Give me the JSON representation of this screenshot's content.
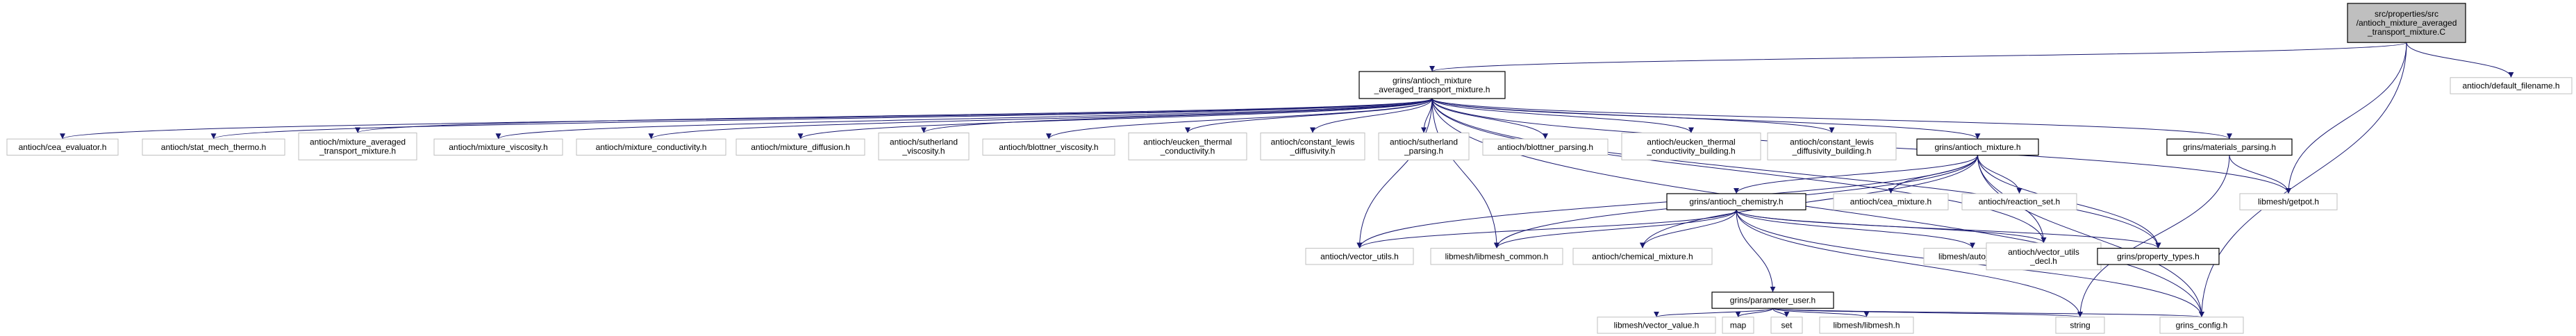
{
  "diagram": {
    "nodes": {
      "root": [
        "src/properties/src",
        "/antioch_mixture_averaged",
        "_transport_mixture.C"
      ],
      "grins_ama": [
        "grins/antioch_mixture",
        "_averaged_transport_mixture.h"
      ],
      "default_filename": [
        "antioch/default_filename.h"
      ],
      "cea_evaluator": [
        "antioch/cea_evaluator.h"
      ],
      "stat_mech": [
        "antioch/stat_mech_thermo.h"
      ],
      "mix_avg": [
        "antioch/mixture_averaged",
        "_transport_mixture.h"
      ],
      "mix_visc": [
        "antioch/mixture_viscosity.h"
      ],
      "mix_cond": [
        "antioch/mixture_conductivity.h"
      ],
      "mix_diff": [
        "antioch/mixture_diffusion.h"
      ],
      "suth_visc": [
        "antioch/sutherland",
        "_viscosity.h"
      ],
      "blottner_visc": [
        "antioch/blottner_viscosity.h"
      ],
      "eucken_cond": [
        "antioch/eucken_thermal",
        "_conductivity.h"
      ],
      "const_lewis": [
        "antioch/constant_lewis",
        "_diffusivity.h"
      ],
      "suth_parsing": [
        "antioch/sutherland",
        "_parsing.h"
      ],
      "blottner_parsing": [
        "antioch/blottner_parsing.h"
      ],
      "eucken_building": [
        "antioch/eucken_thermal",
        "_conductivity_building.h"
      ],
      "lewis_building": [
        "antioch/constant_lewis",
        "_diffusivity_building.h"
      ],
      "grins_mixture": [
        "grins/antioch_mixture.h"
      ],
      "materials_parsing": [
        "grins/materials_parsing.h"
      ],
      "getpot": [
        "libmesh/getpot.h"
      ],
      "grins_chemistry": [
        "grins/antioch_chemistry.h"
      ],
      "cea_mixture": [
        "antioch/cea_mixture.h"
      ],
      "reaction_set": [
        "antioch/reaction_set.h"
      ],
      "vector_utils": [
        "antioch/vector_utils.h"
      ],
      "libmesh_common": [
        "libmesh/libmesh_common.h"
      ],
      "chemical_mixture": [
        "antioch/chemical_mixture.h"
      ],
      "auto_ptr": [
        "libmesh/auto_ptr.h"
      ],
      "vector_utils_decl": [
        "antioch/vector_utils",
        "_decl.h"
      ],
      "property_types": [
        "grins/property_types.h"
      ],
      "parameter_user": [
        "grins/parameter_user.h"
      ],
      "vector_value": [
        "libmesh/vector_value.h"
      ],
      "map": [
        "map"
      ],
      "set": [
        "set"
      ],
      "libmesh": [
        "libmesh/libmesh.h"
      ],
      "string": [
        "string"
      ],
      "grins_config": [
        "grins_config.h"
      ]
    }
  }
}
